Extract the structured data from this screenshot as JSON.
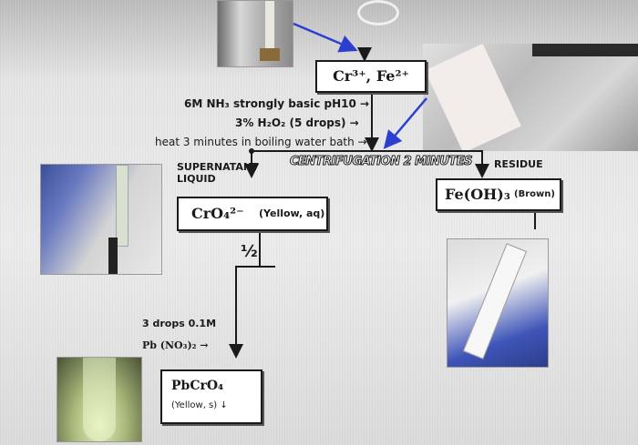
{
  "start_box": {
    "label": "Cr³⁺, Fe²⁺"
  },
  "reagents": [
    "6M NH₃ strongly basic pH10 →",
    "3% H₂O₂ (5 drops) →",
    "heat 3 minutes in boiling water bath →"
  ],
  "centrifugation": {
    "label": "CENTRIFUGATION 2 MINUTES"
  },
  "supernatant": {
    "label_line1": "SUPERNATANT",
    "label_line2": "LIQUID"
  },
  "residue": {
    "label": "RESIDUE"
  },
  "chromate_box": {
    "formula": "CrO₄²⁻",
    "note": "(Yellow, aq)"
  },
  "ferric_box": {
    "formula": "Fe(OH)₃",
    "note": "(Brown)"
  },
  "half_label": "½",
  "lead_reagent": {
    "line1": "3 drops 0.1M",
    "line2": "Pb (NO₃)₂ →"
  },
  "lead_chromate_box": {
    "formula": "PbCrO₄",
    "note": "(Yellow, s) ↓"
  },
  "colors": {
    "line": "#1a1a1a",
    "blue_arrow": "#2a3fd1",
    "glove_blue": "#3f55b8"
  },
  "icons": [
    "photo-hand-test-tube-top",
    "photo-hand-test-tube-left",
    "photo-hand-test-tube-right",
    "photo-yellow-precipitate",
    "photo-hand-top-right"
  ]
}
